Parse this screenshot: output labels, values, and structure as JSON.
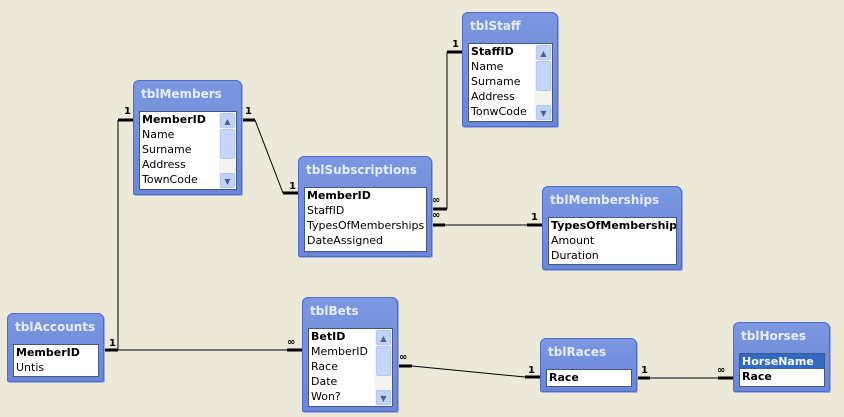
{
  "tables": {
    "staff": {
      "title": "tblStaff",
      "fields": [
        "StaffID",
        "Name",
        "Surname",
        "Address",
        "TonwCode"
      ]
    },
    "members": {
      "title": "tblMembers",
      "fields": [
        "MemberID",
        "Name",
        "Surname",
        "Address",
        "TownCode"
      ]
    },
    "subscriptions": {
      "title": "tblSubscriptions",
      "fields": [
        "MemberID",
        "StaffID",
        "TypesOfMemberships",
        "DateAssigned"
      ]
    },
    "memberships": {
      "title": "tblMemberships",
      "fields": [
        "TypesOfMemberships",
        "Amount",
        "Duration"
      ]
    },
    "accounts": {
      "title": "tblAccounts",
      "fields": [
        "MemberID",
        "Untis"
      ]
    },
    "bets": {
      "title": "tblBets",
      "fields": [
        "BetID",
        "MemberID",
        "Race",
        "Date",
        "Won?"
      ]
    },
    "races": {
      "title": "tblRaces",
      "fields": [
        "Race"
      ]
    },
    "horses": {
      "title": "tblHorses",
      "fields": [
        "HorseName",
        "Race"
      ]
    }
  },
  "symbols": {
    "one": "1",
    "many": "∞"
  },
  "scroll": {
    "up": "▲",
    "down": "▼"
  }
}
